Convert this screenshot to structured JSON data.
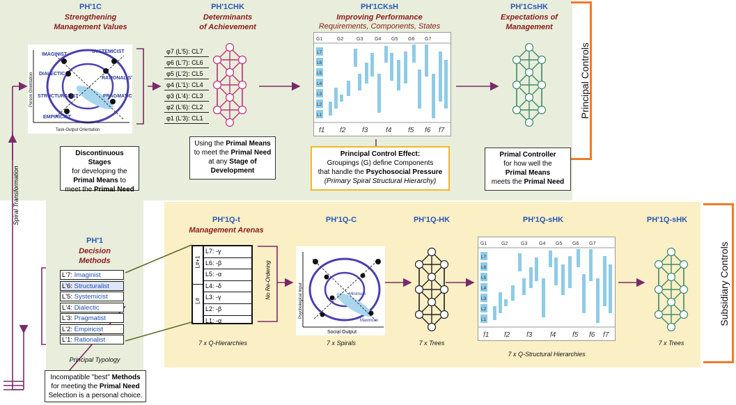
{
  "principal": {
    "side_label": "Principal Controls",
    "ph1c": {
      "code": "PH'1C",
      "title": "Strengthening\nManagement Values"
    },
    "ph1chk": {
      "code": "PH'1CHK",
      "title": "Determinants\nof Achievement"
    },
    "ph1cksh": {
      "code": "PH'1CKsH",
      "title": "Improving Performance",
      "subtitle": "Requirements, Components, States"
    },
    "ph1cshk": {
      "code": "PH'1CsHK",
      "title": "Expectations of\nManagement"
    },
    "values_chart": {
      "quadrants": [
        "IMAGINIST",
        "SYSTEMICIST",
        "DIALECTIC",
        "RATIONALIST",
        "STRUCTURALIST",
        "PRAGMATIC",
        "EMPIRICIST"
      ],
      "y_axis": "Person Orientation",
      "x_axis": "Task-Output Orientation"
    },
    "phi_rows": [
      "φ7 (L'5): CL7",
      "φ6 (L'7): CL6",
      "φ5 (L'2): CL5",
      "φ4 (L'1): CL4",
      "φ3 (L'4): CL3",
      "φ2 (L'6): CL2",
      "φ1 (L'3): CL1"
    ],
    "note1": {
      "pre": "Discontinuous Stages",
      "mid1": "for developing the",
      "b1": "Primal Means",
      "mid2": "to",
      "mid3": "meet the",
      "b2": "Primal Need"
    },
    "note2": {
      "pre": "Using the",
      "b1": "Primal Means",
      "mid1": "to meet the",
      "b2": "Primal Need",
      "mid2": "at any",
      "b3": "Stage of",
      "b4": "Development"
    },
    "note3": {
      "b1": "Principal Control Effect:",
      "l2": "Groupings (G) define Components",
      "l3": "that handle the",
      "b2": "Psychosocial Pressure",
      "l4": "(Primary Spiral Structural Hierarchy)"
    },
    "note4": {
      "b1": "Primal Controller",
      "l2": "for how well the",
      "b2": "Primal Means",
      "l3": "meets the",
      "b3": "Primal Need"
    }
  },
  "ph1": {
    "code": "PH'1",
    "title": "Decision\nMethods",
    "methods": [
      {
        "level": "L'7:",
        "name": "Imaginist"
      },
      {
        "level": "L'6:",
        "name": "Structuralist"
      },
      {
        "level": "L'5:",
        "name": "Systemicist"
      },
      {
        "level": "L'4:",
        "name": "Dialectic"
      },
      {
        "level": "L'3:",
        "name": "Pragmatist"
      },
      {
        "level": "L'2:",
        "name": "Empiricist"
      },
      {
        "level": "L'1:",
        "name": "Rationalist"
      }
    ],
    "caption": "Principal Typology",
    "spiral_label": "Spiral Transformation",
    "note": {
      "l1": "Incompatible \"best\"",
      "b1": "Methods",
      "l2": "for meeting the",
      "b2": "Primal Need",
      "l3": "Selection is a personal choice."
    }
  },
  "subsidiary": {
    "side_label": "Subsidiary Controls",
    "qt": {
      "code": "PH'1Q-t",
      "title": "Management Arenas",
      "caption": "7 x Q-Hierarchies"
    },
    "qc": {
      "code": "PH'1Q-C",
      "caption": "7 x Spirals"
    },
    "qhk": {
      "code": "PH'1Q-HK",
      "caption": "7 x Trees"
    },
    "qsh": {
      "code": "PH'1Q-sHK",
      "caption": "7 x Q-Structural Hierarchies"
    },
    "qshk": {
      "code": "PH'1Q-sHK",
      "caption": "7 x Trees"
    },
    "arena_rows": [
      "L7: -γ",
      "L6: -β",
      "L5: -α",
      "L4: -δ",
      "L3: -γ",
      "L2: -β",
      "L1: -α"
    ],
    "arena_side_top": "L#+1",
    "arena_side_bottom": "L#",
    "no_reordering": "No Re-Ordering",
    "spiral_chart": {
      "y_axis": "Psychological Input",
      "x_axis": "Social Output",
      "minimum": "Minimum",
      "maximum": "Maximum"
    }
  },
  "stripe_chart": {
    "groups": [
      "G1",
      "G2",
      "G3",
      "G4",
      "G5",
      "G6",
      "G7"
    ],
    "levels": [
      "L7",
      "L6",
      "L5",
      "L4",
      "L3",
      "L2",
      "L1"
    ],
    "footer": [
      "f1",
      "f2",
      "f3",
      "f4",
      "f5",
      "f6",
      "f7"
    ]
  },
  "colors": {
    "tree_magenta": "#c0307a",
    "tree_black": "#222222",
    "tree_green": "#3f8a6a",
    "arrow": "#7a2a6a",
    "orange": "#f07a2a",
    "bar": "#8fcbe6"
  }
}
